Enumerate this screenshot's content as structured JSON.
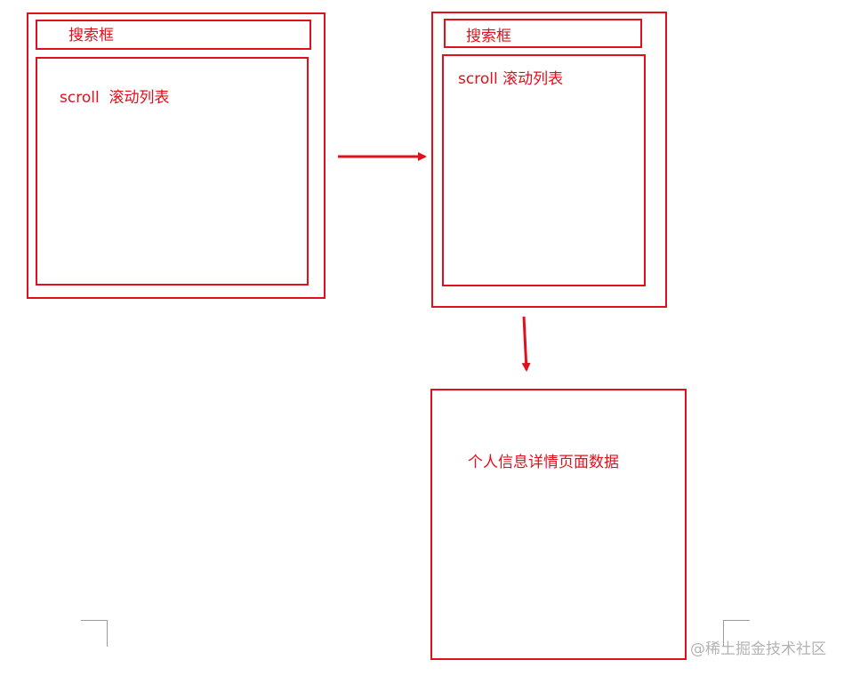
{
  "colors": {
    "stroke": "#e0101c",
    "corner_marks": "#9a9a9a",
    "watermark": "#b3b3b3"
  },
  "diagram": {
    "left_screen": {
      "search_label": "搜索框",
      "list_label": "scroll  滚动列表"
    },
    "middle_screen": {
      "search_label": "搜索框",
      "list_label": "scroll 滚动列表"
    },
    "detail_screen": {
      "label": "个人信息详情页面数据"
    },
    "watermark": "@稀土掘金技术社区"
  }
}
